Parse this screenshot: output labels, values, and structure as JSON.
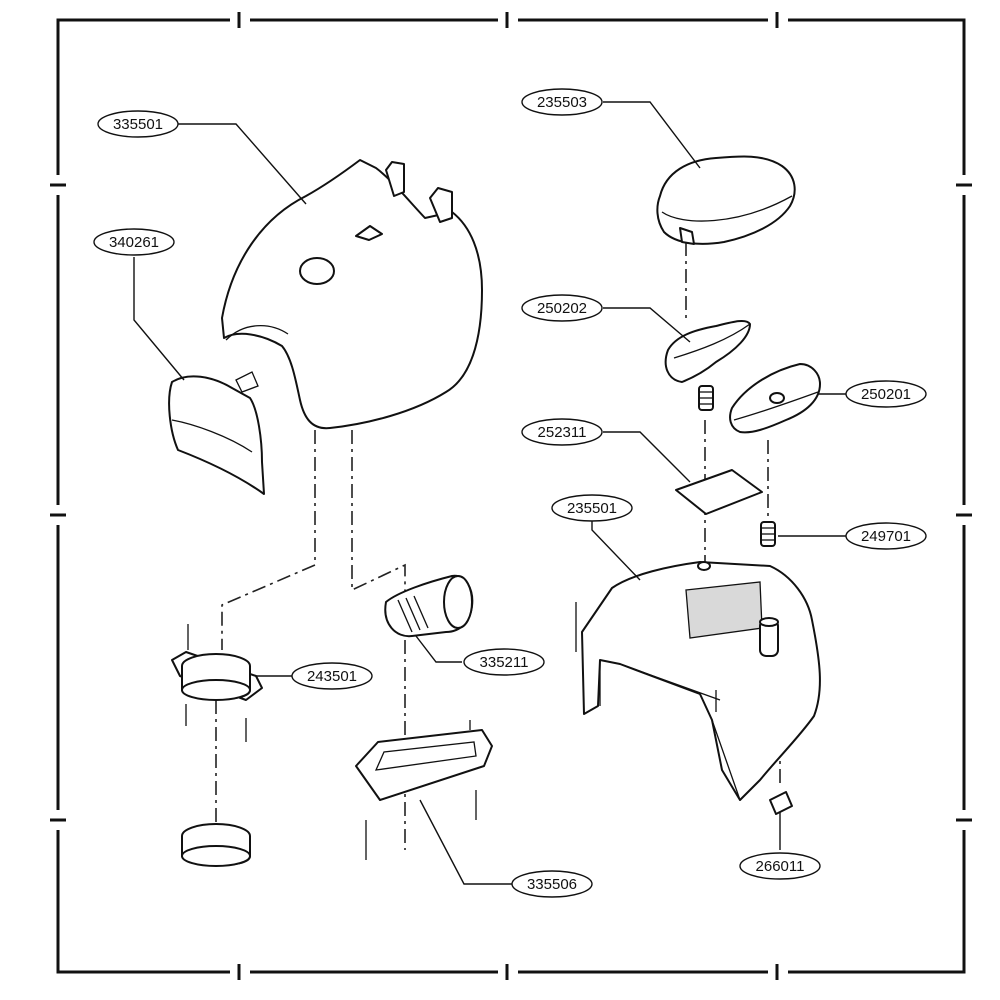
{
  "diagram": {
    "callouts": [
      {
        "id": "335501"
      },
      {
        "id": "340261"
      },
      {
        "id": "235503"
      },
      {
        "id": "250202"
      },
      {
        "id": "250201"
      },
      {
        "id": "252311"
      },
      {
        "id": "235501"
      },
      {
        "id": "249701"
      },
      {
        "id": "335211"
      },
      {
        "id": "243501"
      },
      {
        "id": "335506"
      },
      {
        "id": "266011"
      }
    ]
  }
}
